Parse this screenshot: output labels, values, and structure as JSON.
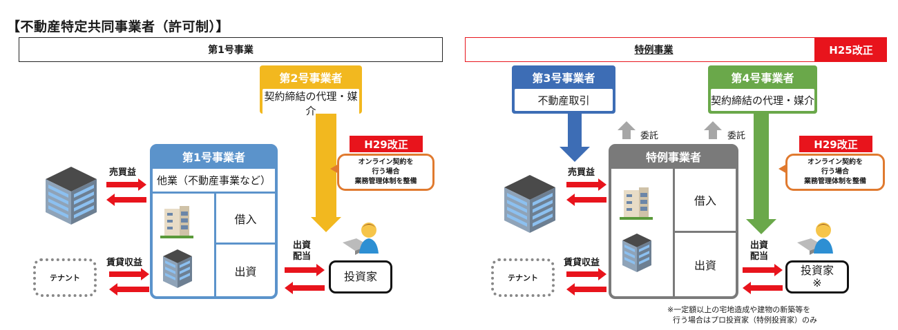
{
  "title": "【不動産特定共同事業者（許可制）】",
  "left": {
    "section_label": "第1号事業",
    "operator2": {
      "title": "第2号事業者",
      "body": "契約締結の代理・媒介"
    },
    "main_operator": {
      "title": "第1号事業者",
      "other_business": "他業（不動産事業など）",
      "borrow": "借入",
      "investment": "出資"
    },
    "amendment_badge": "H29改正",
    "callout_lines": [
      "オンライン契約を",
      "行う場合",
      "業務管理体制を整備"
    ],
    "trade_profit_label": "売買益",
    "rental_income_label": "賃貸収益",
    "tenant_label": "テナント",
    "invest_dividend_lines": [
      "出資",
      "配当"
    ],
    "investor_label": "投資家"
  },
  "right": {
    "section_label": "特例事業",
    "section_badge": "H25改正",
    "operator3": {
      "title": "第3号事業者",
      "body": "不動産取引"
    },
    "operator4": {
      "title": "第4号事業者",
      "body": "契約締結の代理・媒介"
    },
    "delegate_label_1": "委託",
    "delegate_label_2": "委託",
    "main_operator": {
      "title": "特例事業者",
      "borrow": "借入",
      "investment": "出資"
    },
    "amendment_badge": "H29改正",
    "callout_lines": [
      "オンライン契約を",
      "行う場合",
      "業務管理体制を整備"
    ],
    "trade_profit_label": "売買益",
    "rental_income_label": "賃貸収益",
    "tenant_label": "テナント",
    "invest_dividend_lines": [
      "出資",
      "配当"
    ],
    "investor_label": "投資家",
    "investor_mark": "※",
    "footnote_lines": [
      "※一定額以上の宅地造成や建物の新築等を",
      "行う場合はプロ投資家（特例投資家）のみ"
    ]
  },
  "colors": {
    "red": "#e8141c",
    "yellow": "#f2b81f",
    "blue_operator": "#3d6db5",
    "main_blue": "#5b93cb",
    "green": "#6aa84a",
    "gray": "#7a7a7a",
    "orange_callout": "#e07a2f"
  }
}
